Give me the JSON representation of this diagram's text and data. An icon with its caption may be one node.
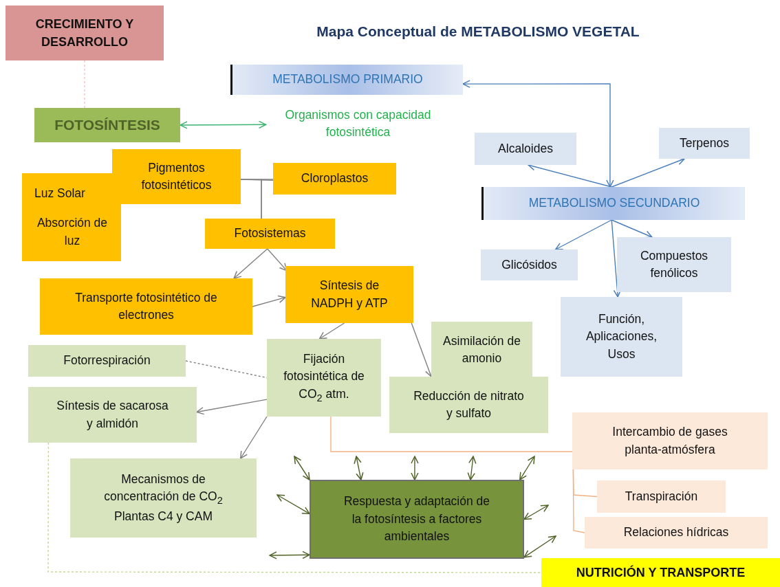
{
  "diagram": {
    "title": "Mapa Conceptual de METABOLISMO VEGETAL",
    "nodes": [
      {
        "text": [
          "CRECIMIENTO Y DESARROLLO"
        ]
      },
      {
        "text": [
          "FOTOSÍNTESIS"
        ]
      },
      {
        "text": [
          "Organismos con capacidad fotosintética"
        ]
      },
      {
        "text": [
          "METABOLISMO PRIMARIO"
        ]
      },
      {
        "text": [
          "Pigmentos fotosintéticos"
        ]
      },
      {
        "text": [
          "Luz Solar",
          "Absorción de luz"
        ]
      },
      {
        "text": [
          "Cloroplastos"
        ]
      },
      {
        "text": [
          "Fotosistemas"
        ]
      },
      {
        "text": [
          "Transporte fotosintético de electrones"
        ]
      },
      {
        "text": [
          "Síntesis de NADPH y ATP"
        ]
      },
      {
        "text": [
          "Fotorrespiración"
        ]
      },
      {
        "text": [
          "Fijación fotosintética de CO$_{2}$ atm."
        ]
      },
      {
        "text": [
          "Asimilación de amonio"
        ]
      },
      {
        "text": [
          "Reducción de nitrato y sulfato"
        ]
      },
      {
        "text": [
          "Síntesis de sacarosa y almidón"
        ]
      },
      {
        "text": [
          "Mecanismos de concentración de CO$_{2}$ Plantas C4 y CAM"
        ]
      },
      {
        "text": [
          "Respuesta y adaptación de la fotosíntesis a factores ambientales"
        ]
      },
      {
        "text": [
          "Alcaloides"
        ]
      },
      {
        "text": [
          "Terpenos"
        ]
      },
      {
        "text": [
          "METABOLISMO SECUNDARIO"
        ]
      },
      {
        "text": [
          "Glicósidos"
        ]
      },
      {
        "text": [
          "Compuestos fenólicos"
        ]
      },
      {
        "text": [
          "Función, Aplicaciones, Usos"
        ]
      },
      {
        "text": [
          "Intercambio de gases planta-atmósfera"
        ]
      },
      {
        "text": [
          "Transpiración"
        ]
      },
      {
        "text": [
          "Relaciones hídricas"
        ]
      },
      {
        "text": [
          "NUTRICIÓN Y TRANSPORTE"
        ]
      }
    ],
    "edges": [
      {
        "from": 0,
        "to": 1,
        "arrow": "none",
        "style": "dashed",
        "color": "#f2c4c4"
      },
      {
        "from": 1,
        "to": 2,
        "arrow": "both",
        "color": "#3cb371"
      },
      {
        "from": 4,
        "to": 6,
        "arrow": "none"
      },
      {
        "from": 4,
        "to": 7,
        "arrow": "none"
      },
      {
        "from": 6,
        "to": 7,
        "arrow": "none"
      },
      {
        "from": 7,
        "to": 8,
        "arrow": "to"
      },
      {
        "from": 7,
        "to": 9,
        "arrow": "to"
      },
      {
        "from": 8,
        "to": 9,
        "arrow": "to"
      },
      {
        "from": 9,
        "to": 11,
        "arrow": "to"
      },
      {
        "from": 9,
        "to": 13,
        "arrow": "to"
      },
      {
        "from": 10,
        "to": 11,
        "arrow": "none",
        "style": "dashed"
      },
      {
        "from": 11,
        "to": 14,
        "arrow": "to"
      },
      {
        "from": 11,
        "to": 15,
        "arrow": "to"
      },
      {
        "from": 11,
        "to": 23,
        "arrow": "none",
        "color": "#f4b183"
      },
      {
        "from": 23,
        "to": 24,
        "arrow": "none",
        "color": "#f4b183"
      },
      {
        "from": 23,
        "to": 25,
        "arrow": "none",
        "color": "#f4b183"
      },
      {
        "from": 14,
        "to": 26,
        "arrow": "none",
        "style": "dashed",
        "color": "#c3d69b"
      },
      {
        "from": 3,
        "to": 19,
        "arrow": "both",
        "color": "#4a7ebb"
      },
      {
        "from": 19,
        "to": 17,
        "arrow": "to",
        "color": "#4a7ebb"
      },
      {
        "from": 19,
        "to": 18,
        "arrow": "to",
        "color": "#4a7ebb"
      },
      {
        "from": 19,
        "to": 20,
        "arrow": "to",
        "color": "#4a7ebb"
      },
      {
        "from": 19,
        "to": 21,
        "arrow": "to",
        "color": "#4a7ebb"
      },
      {
        "from": 19,
        "to": 22,
        "arrow": "to",
        "color": "#4a7ebb"
      },
      {
        "from": null,
        "to": 16,
        "arrow": "both",
        "color": "#4f6228"
      },
      {
        "from": null,
        "to": 16,
        "arrow": "both",
        "color": "#4f6228"
      },
      {
        "from": null,
        "to": 16,
        "arrow": "both",
        "color": "#4f6228"
      },
      {
        "from": null,
        "to": 16,
        "arrow": "both",
        "color": "#4f6228"
      },
      {
        "from": null,
        "to": 16,
        "arrow": "both",
        "color": "#4f6228"
      },
      {
        "from": null,
        "to": 16,
        "arrow": "both",
        "color": "#4f6228"
      },
      {
        "from": null,
        "to": 16,
        "arrow": "both",
        "color": "#4f6228"
      },
      {
        "from": null,
        "to": 16,
        "arrow": "both",
        "color": "#4f6228"
      },
      {
        "from": null,
        "to": 16,
        "arrow": "both",
        "color": "#4f6228"
      }
    ]
  }
}
